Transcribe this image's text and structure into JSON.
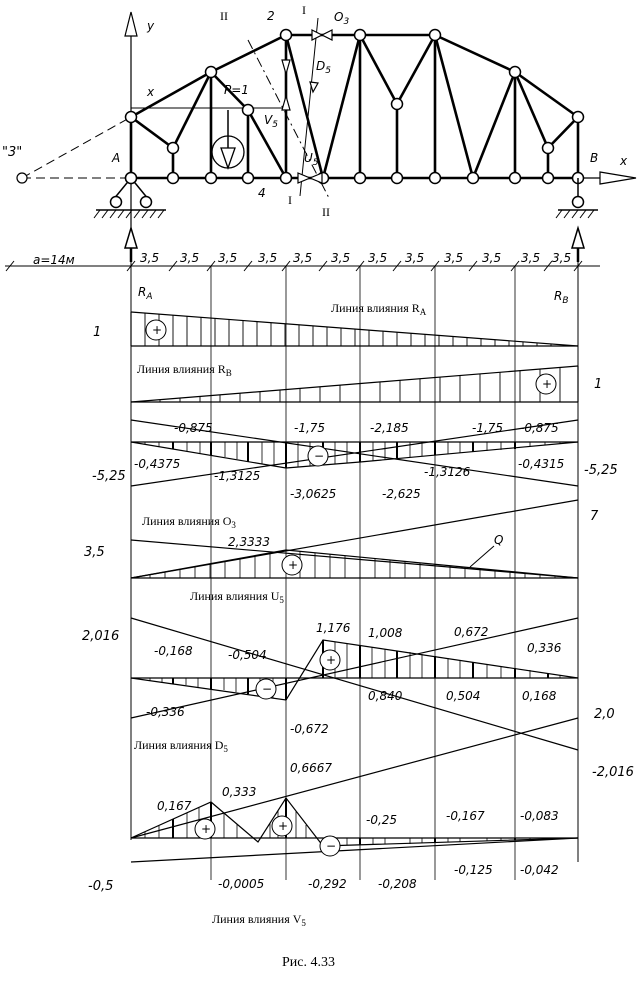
{
  "truss": {
    "labels": {
      "y_axis": "y",
      "x_axis": "x",
      "x_top": "x",
      "support_a": "A",
      "support_b": "B",
      "pole": "\"3\"",
      "section_i_top": "I",
      "section_i_bottom": "I",
      "section_ii_top": "II",
      "section_ii_bottom": "II",
      "node_2": "2",
      "node_4": "4",
      "force_o3": "O",
      "force_o3_sub": "3",
      "force_d5": "D",
      "force_d5_sub": "5",
      "force_v5": "V",
      "force_v5_sub": "5",
      "force_u5": "U",
      "force_u5_sub": "5",
      "load": "P=1"
    }
  },
  "dimension": {
    "a_label": "a=14м",
    "panel_label": "3,5",
    "panel_count": 12,
    "ra_label": "R",
    "ra_sub": "A",
    "rb_label": "R",
    "rb_sub": "B"
  },
  "lines": {
    "ra": {
      "title": "Линия влияния R",
      "sub": "A",
      "value_left": "1",
      "sign": "+"
    },
    "rb": {
      "title": "Линия влияния R",
      "sub": "B",
      "value_right": "1",
      "sign": "+"
    },
    "o3": {
      "left_value": "-5,25",
      "right_value": "-5,25",
      "top_values": [
        "-0,875",
        "-1,75",
        "-2,185",
        "-1,75",
        "-0,875"
      ],
      "bottom_values": [
        "-0,4375",
        "-1,3125",
        "-3,0625",
        "-2,625",
        "-1,3126",
        "-0,4315"
      ],
      "sign": "−",
      "title": "Линия влияния O",
      "sub": "3"
    },
    "u5": {
      "left_value": "3,5",
      "right_value": "7",
      "value_mid": "2,3333",
      "q_label": "Q",
      "sign": "+",
      "title": "Линия влияния U",
      "sub": "5"
    },
    "d5": {
      "left_value": "2,016",
      "right_value": "-2,016",
      "right_top_value": "2,0",
      "top_values": [
        "-0,168",
        "-0,504",
        "1,176",
        "1,008",
        "0,672",
        "0,336"
      ],
      "bottom_values": [
        "-0,336",
        "-0,672",
        "0,840",
        "0,504",
        "0,168"
      ],
      "sign_minus": "−",
      "sign_plus": "+",
      "title": "Линия влияния D",
      "sub": "5"
    },
    "v5": {
      "left_value": "-0,5",
      "top_values": [
        "0,167",
        "0,333",
        "0,6667",
        "-0,25",
        "-0,167",
        "-0,083"
      ],
      "bottom_values": [
        "-0,0005",
        "-0,292",
        "-0,208",
        "-0,125",
        "-0,042"
      ],
      "sign_plus_1": "+",
      "sign_plus_2": "+",
      "sign_minus": "−",
      "title": "Линия влияния V",
      "sub": "5"
    }
  },
  "caption": "Рис. 4.33"
}
